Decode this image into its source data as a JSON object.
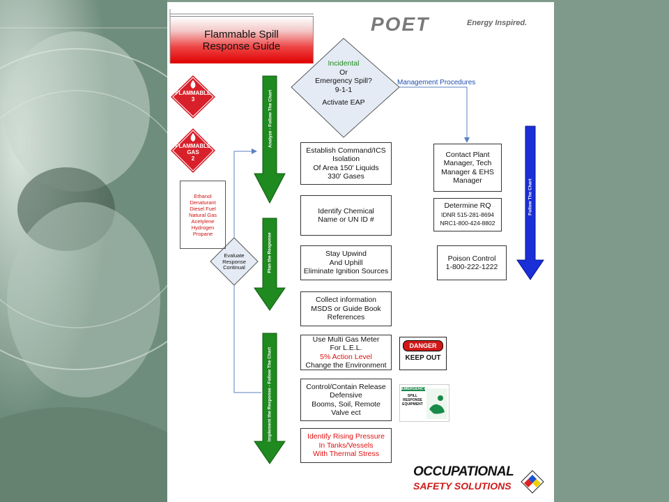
{
  "title": {
    "line1": "Flammable Spill",
    "line2": "Response Guide"
  },
  "logo": {
    "poet": "POET",
    "tagline": "Energy Inspired.",
    "oss_line1": "OCCUPATIONAL",
    "oss_line2": "SAFETY SOLUTIONS"
  },
  "placards": [
    {
      "line1": "FLAMMABLE",
      "line2": "",
      "number": "3"
    },
    {
      "line1": "FLAMMABLE",
      "line2": "GAS",
      "number": "2"
    }
  ],
  "chemicals": [
    "Ethanol",
    "Denaturant",
    "Diesel Fuel",
    "Natural Gas",
    "Acetylene",
    "Hydrogen",
    "Propane"
  ],
  "decision": {
    "line1": "Incidental",
    "line2": "Or",
    "line3": "Emergency Spill?",
    "line4": "9-1-1",
    "line5": "Activate EAP"
  },
  "evaluate": {
    "line1": "Evaluate",
    "line2": "Response",
    "line3": "Continual"
  },
  "management_label": "Management Procedures",
  "phase_labels": {
    "analyze": "Analyze - Follow The Chart",
    "plan": "Plan the Response",
    "implement": "Implement the Response - Follow The Chart",
    "right": "Follow The Chart"
  },
  "steps": {
    "command": [
      "Establish Command/ICS",
      "Isolation",
      "Of Area 150' Liquids",
      "330' Gases"
    ],
    "identify": [
      "Identify Chemical",
      "Name or UN ID #"
    ],
    "upwind": [
      "Stay Upwind",
      "And Uphill",
      "Eliminate Ignition Sources"
    ],
    "collect": [
      "Collect information",
      "MSDS or Guide Book",
      "References"
    ],
    "gasmeter": [
      "Use Multi Gas Meter",
      "For L.E.L.",
      "5% Action Level",
      "Change the Environment"
    ],
    "control": [
      "Control/Contain Release",
      "Defensive",
      "Booms, Soil, Remote",
      "Valve ect"
    ],
    "pressure": [
      "Identify Rising Pressure",
      "In Tanks/Vessels",
      "With Thermal Stress"
    ]
  },
  "mgmt_steps": {
    "contact": [
      "Contact Plant",
      "Manager, Tech",
      "Manager & EHS",
      "Manager"
    ],
    "rq": [
      "Determine RQ",
      "IDNR 515-281-8694",
      "NRC1-800-424-8802"
    ],
    "poison": [
      "Poison Control",
      "1-800-222-1222"
    ]
  },
  "signs": {
    "danger_top": "DANGER",
    "danger_bottom": "KEEP OUT",
    "emergency_top": "EMERGENCY",
    "emergency_body": "SPILL RESPONSE EQUIPMENT"
  },
  "colors": {
    "arrow_green": "#1f8a1f",
    "arrow_blue": "#1a2fd6",
    "connector_blue": "#5a7fc0",
    "title_red": "#e00000",
    "text_red": "#e01010",
    "placard_red": "#d8202a",
    "diamond_fill": "#e4ebf4"
  }
}
